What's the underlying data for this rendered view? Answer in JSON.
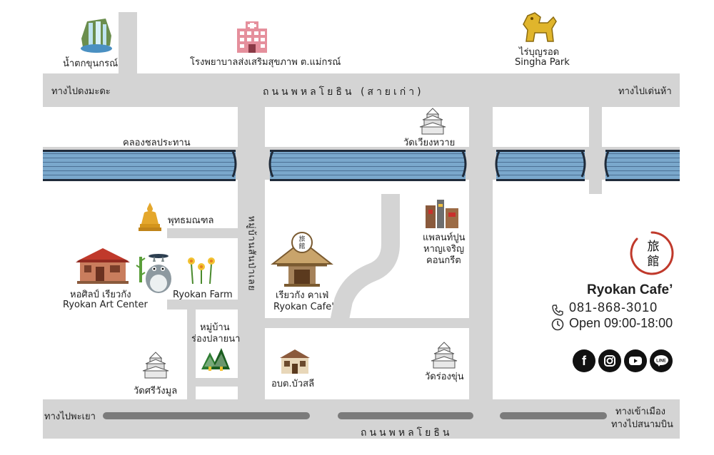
{
  "map": {
    "roads": {
      "top_road": "ถนนพหลโยธิน (สายเก่า)",
      "bottom_road": "ถนนพหลโยธิน",
      "village_lane": "หมู่บ้านสันป่าเลย"
    },
    "directions": {
      "top_left": "ทางไปดงมะดะ",
      "top_right": "ทางไปเด่นห้า",
      "bottom_left": "ทางไปพะเยา",
      "bottom_right_1": "ทางเข้าเมือง",
      "bottom_right_2": "ทางไปสนามบิน"
    },
    "canal": "คลองชลประทาน",
    "landmarks": {
      "waterfall": "น้ำตกขุนกรณ์",
      "hospital": "โรงพยาบาลส่งเสริมสุขภาพ ต.แม่กรณ์",
      "singha_th": "ไร่บุญรอด",
      "singha_en": "Singha Park",
      "wat_wiang_hwai": "วัดเวียงหวาย",
      "buddha": "พุทธมณฑล",
      "art_center_th": "หอศิลป์ เรียวกัง",
      "art_center_en": "Ryokan Art Center",
      "farm": "Ryokan Farm",
      "cafe_th": "เรียวกัง คาเฟ่",
      "cafe_en": "Ryokan Cafe'",
      "concrete_1": "แพลนท์ปูน",
      "concrete_2": "หาญเจริญ",
      "concrete_3": "คอนกรีต",
      "village_1": "หมู่บ้าน",
      "village_2": "ร่องปลายนา",
      "wat_sri_wang_mun": "วัดศรีวังมูล",
      "obt": "อบต.บัวสลี",
      "wat_rong_khun": "วัดร่องขุ่น"
    }
  },
  "brand": {
    "logo_text_1": "旅",
    "logo_text_2": "館",
    "name": "Ryokan Cafe’",
    "phone": "081-868-3010",
    "hours": "Open 09:00-18:00",
    "social": [
      "facebook-icon",
      "instagram-icon",
      "youtube-icon",
      "line-icon"
    ],
    "line_label": "LINE",
    "cafe_sign_1": "旅",
    "cafe_sign_2": "館"
  },
  "colors": {
    "road": "#d4d4d4",
    "river": "#7aa8cc",
    "river_border": "#1f2b3a",
    "logo_ring": "#c0392b",
    "lane_marking": "#7b7b7b"
  }
}
